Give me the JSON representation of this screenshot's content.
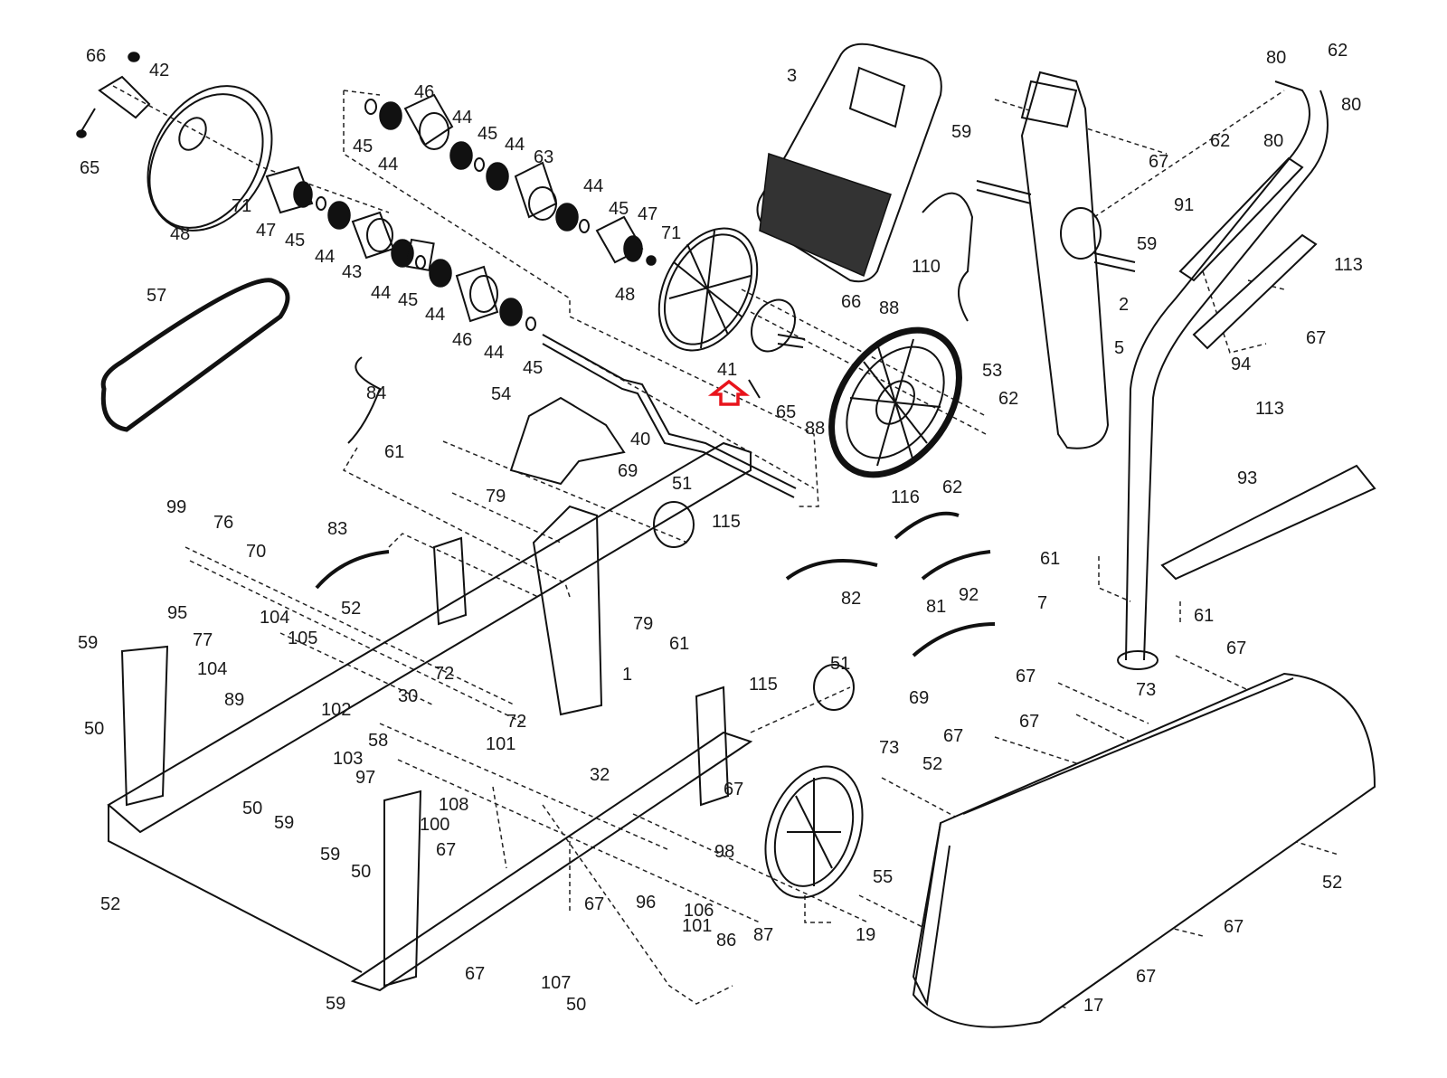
{
  "title": "Exploded parts diagram",
  "highlight": {
    "part": "41",
    "marker": "red-up-arrow",
    "color": "#e8141c"
  },
  "colors": {
    "line": "#111111",
    "label": "#1a1a1a",
    "highlight": "#e8141c",
    "background": "#ffffff"
  },
  "labels": [
    {
      "id": "66",
      "text": "66"
    },
    {
      "id": "42",
      "text": "42"
    },
    {
      "id": "65",
      "text": "65"
    },
    {
      "id": "48",
      "text": "48"
    },
    {
      "id": "71",
      "text": "71"
    },
    {
      "id": "47",
      "text": "47"
    },
    {
      "id": "45",
      "text": "45"
    },
    {
      "id": "44",
      "text": "44"
    },
    {
      "id": "43",
      "text": "43"
    },
    {
      "id": "44b",
      "text": "44"
    },
    {
      "id": "45b",
      "text": "45"
    },
    {
      "id": "44c",
      "text": "44"
    },
    {
      "id": "46",
      "text": "46"
    },
    {
      "id": "44d",
      "text": "44"
    },
    {
      "id": "45c",
      "text": "45"
    },
    {
      "id": "45d",
      "text": "45"
    },
    {
      "id": "44e",
      "text": "44"
    },
    {
      "id": "46b",
      "text": "46"
    },
    {
      "id": "44f",
      "text": "44"
    },
    {
      "id": "45e",
      "text": "45"
    },
    {
      "id": "44g",
      "text": "44"
    },
    {
      "id": "63",
      "text": "63"
    },
    {
      "id": "44h",
      "text": "44"
    },
    {
      "id": "45f",
      "text": "45"
    },
    {
      "id": "47b",
      "text": "47"
    },
    {
      "id": "71b",
      "text": "71"
    },
    {
      "id": "48b",
      "text": "48"
    },
    {
      "id": "3",
      "text": "3"
    },
    {
      "id": "41",
      "text": "41"
    },
    {
      "id": "66b",
      "text": "66"
    },
    {
      "id": "88",
      "text": "88"
    },
    {
      "id": "65b",
      "text": "65"
    },
    {
      "id": "88b",
      "text": "88"
    },
    {
      "id": "53",
      "text": "53"
    },
    {
      "id": "62",
      "text": "62"
    },
    {
      "id": "62b",
      "text": "62"
    },
    {
      "id": "40",
      "text": "40"
    },
    {
      "id": "57",
      "text": "57"
    },
    {
      "id": "84",
      "text": "84"
    },
    {
      "id": "54",
      "text": "54"
    },
    {
      "id": "61",
      "text": "61"
    },
    {
      "id": "79",
      "text": "79"
    },
    {
      "id": "69",
      "text": "69"
    },
    {
      "id": "51",
      "text": "51"
    },
    {
      "id": "115",
      "text": "115"
    },
    {
      "id": "79b",
      "text": "79"
    },
    {
      "id": "61b",
      "text": "61"
    },
    {
      "id": "59",
      "text": "59"
    },
    {
      "id": "110",
      "text": "110"
    },
    {
      "id": "67",
      "text": "67"
    },
    {
      "id": "80",
      "text": "80"
    },
    {
      "id": "62c",
      "text": "62"
    },
    {
      "id": "80b",
      "text": "80"
    },
    {
      "id": "62d",
      "text": "62"
    },
    {
      "id": "80c",
      "text": "80"
    },
    {
      "id": "91",
      "text": "91"
    },
    {
      "id": "59b",
      "text": "59"
    },
    {
      "id": "2",
      "text": "2"
    },
    {
      "id": "5",
      "text": "5"
    },
    {
      "id": "113",
      "text": "113"
    },
    {
      "id": "67b",
      "text": "67"
    },
    {
      "id": "94",
      "text": "94"
    },
    {
      "id": "113b",
      "text": "113"
    },
    {
      "id": "93",
      "text": "93"
    },
    {
      "id": "116",
      "text": "116"
    },
    {
      "id": "82",
      "text": "82"
    },
    {
      "id": "92",
      "text": "92"
    },
    {
      "id": "81",
      "text": "81"
    },
    {
      "id": "61c",
      "text": "61"
    },
    {
      "id": "61d",
      "text": "61"
    },
    {
      "id": "7",
      "text": "7"
    },
    {
      "id": "73",
      "text": "73"
    },
    {
      "id": "67c",
      "text": "67"
    },
    {
      "id": "99",
      "text": "99"
    },
    {
      "id": "76",
      "text": "76"
    },
    {
      "id": "70",
      "text": "70"
    },
    {
      "id": "83",
      "text": "83"
    },
    {
      "id": "95",
      "text": "95"
    },
    {
      "id": "104",
      "text": "104"
    },
    {
      "id": "77",
      "text": "77"
    },
    {
      "id": "105",
      "text": "105"
    },
    {
      "id": "104b",
      "text": "104"
    },
    {
      "id": "89",
      "text": "89"
    },
    {
      "id": "52",
      "text": "52"
    },
    {
      "id": "59c",
      "text": "59"
    },
    {
      "id": "50",
      "text": "50"
    },
    {
      "id": "1",
      "text": "1"
    },
    {
      "id": "72",
      "text": "72"
    },
    {
      "id": "30",
      "text": "30"
    },
    {
      "id": "102",
      "text": "102"
    },
    {
      "id": "72b",
      "text": "72"
    },
    {
      "id": "58",
      "text": "58"
    },
    {
      "id": "103",
      "text": "103"
    },
    {
      "id": "101",
      "text": "101"
    },
    {
      "id": "32",
      "text": "32"
    },
    {
      "id": "97",
      "text": "97"
    },
    {
      "id": "108",
      "text": "108"
    },
    {
      "id": "100",
      "text": "100"
    },
    {
      "id": "50b",
      "text": "50"
    },
    {
      "id": "59d",
      "text": "59"
    },
    {
      "id": "59e",
      "text": "59"
    },
    {
      "id": "50c",
      "text": "50"
    },
    {
      "id": "52b",
      "text": "52"
    },
    {
      "id": "115b",
      "text": "115"
    },
    {
      "id": "51b",
      "text": "51"
    },
    {
      "id": "69b",
      "text": "69"
    },
    {
      "id": "73b",
      "text": "73"
    },
    {
      "id": "67d",
      "text": "67"
    },
    {
      "id": "67e",
      "text": "67"
    },
    {
      "id": "67f",
      "text": "67"
    },
    {
      "id": "67g",
      "text": "67"
    },
    {
      "id": "52c",
      "text": "52"
    },
    {
      "id": "67h",
      "text": "67"
    },
    {
      "id": "98",
      "text": "98"
    },
    {
      "id": "55",
      "text": "55"
    },
    {
      "id": "19",
      "text": "19"
    },
    {
      "id": "67i",
      "text": "67"
    },
    {
      "id": "96",
      "text": "96"
    },
    {
      "id": "106",
      "text": "106"
    },
    {
      "id": "101b",
      "text": "101"
    },
    {
      "id": "86",
      "text": "86"
    },
    {
      "id": "87",
      "text": "87"
    },
    {
      "id": "67j",
      "text": "67"
    },
    {
      "id": "107",
      "text": "107"
    },
    {
      "id": "50d",
      "text": "50"
    },
    {
      "id": "59f",
      "text": "59"
    },
    {
      "id": "52d",
      "text": "52"
    },
    {
      "id": "67k",
      "text": "67"
    },
    {
      "id": "67l",
      "text": "67"
    },
    {
      "id": "17",
      "text": "17"
    },
    {
      "id": "67m",
      "text": "67"
    }
  ]
}
